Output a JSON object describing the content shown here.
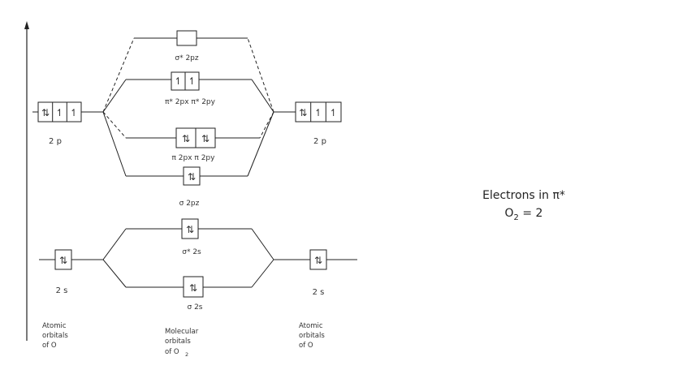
{
  "atomic_left": {
    "p_electrons": [
      "⇅",
      "↿",
      "↿"
    ],
    "p_label": "2 p",
    "s_electrons": [
      "⇅"
    ],
    "s_label": "2 s",
    "caption": [
      "Atomic",
      "orbitals",
      "of O"
    ]
  },
  "atomic_right": {
    "p_electrons": [
      "⇅",
      "↿",
      "↿"
    ],
    "p_label": "2 p",
    "s_electrons": [
      "⇅"
    ],
    "s_label": "2 s",
    "caption": [
      "Atomic",
      "orbitals",
      "of O"
    ]
  },
  "molecular": {
    "sigma_star_2pz": {
      "label": "σ* 2pz",
      "electrons": [
        ""
      ]
    },
    "pi_star_2p": {
      "label": "π* 2px  π* 2py",
      "electrons": [
        "↿",
        "↿"
      ]
    },
    "pi_2p": {
      "label": "π 2px   π 2py",
      "electrons": [
        "⇅",
        "⇅"
      ]
    },
    "sigma_2pz": {
      "label": "σ 2pz",
      "electrons": [
        "⇅"
      ]
    },
    "sigma_star_2s": {
      "label": "σ* 2s",
      "electrons": [
        "⇅"
      ]
    },
    "sigma_2s": {
      "label": "σ 2s",
      "electrons": [
        "⇅"
      ]
    },
    "caption_lines": [
      "Molecular",
      "orbitals",
      "of O"
    ],
    "caption_subscript": "2"
  },
  "note": {
    "line1": "Electrons in π*",
    "line2_prefix": "O",
    "line2_sub": "2",
    "line2_suffix": " = 2"
  }
}
